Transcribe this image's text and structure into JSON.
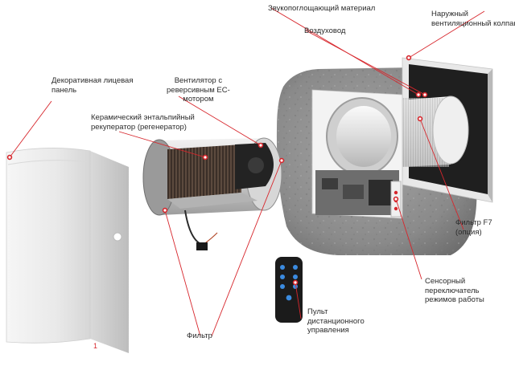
{
  "labels": {
    "front_panel": [
      "Декоративная лицевая",
      "панель"
    ],
    "ceramic_recuperator": [
      "Керамический энтальпийный",
      "рекуператор (регенератор)"
    ],
    "fan": [
      "Вентилятор с",
      "реверсивным ЕС-",
      "мотором"
    ],
    "sound_material": "Звукопоглощающий материал",
    "air_duct": "Воздуховод",
    "outer_hood": [
      "Наружный",
      "вентиляционный колпак"
    ],
    "filter_f7": [
      "Фильтр F7",
      "(опция)"
    ],
    "touch_switch": [
      "Сенсорный",
      "переключатель",
      "режимов работы"
    ],
    "remote": [
      "Пульт",
      "дистанционного",
      "управления"
    ],
    "filter": "Фильтр"
  },
  "panel_mark": "1",
  "colors": {
    "leader_line": "#d7262c",
    "marker": "#d7262c",
    "text": "#2b2b2b",
    "wall": "#8f8f8f",
    "panel": "#eeeeee",
    "remote_body": "#1b1b1b",
    "remote_buttons": "#3b8be0"
  }
}
